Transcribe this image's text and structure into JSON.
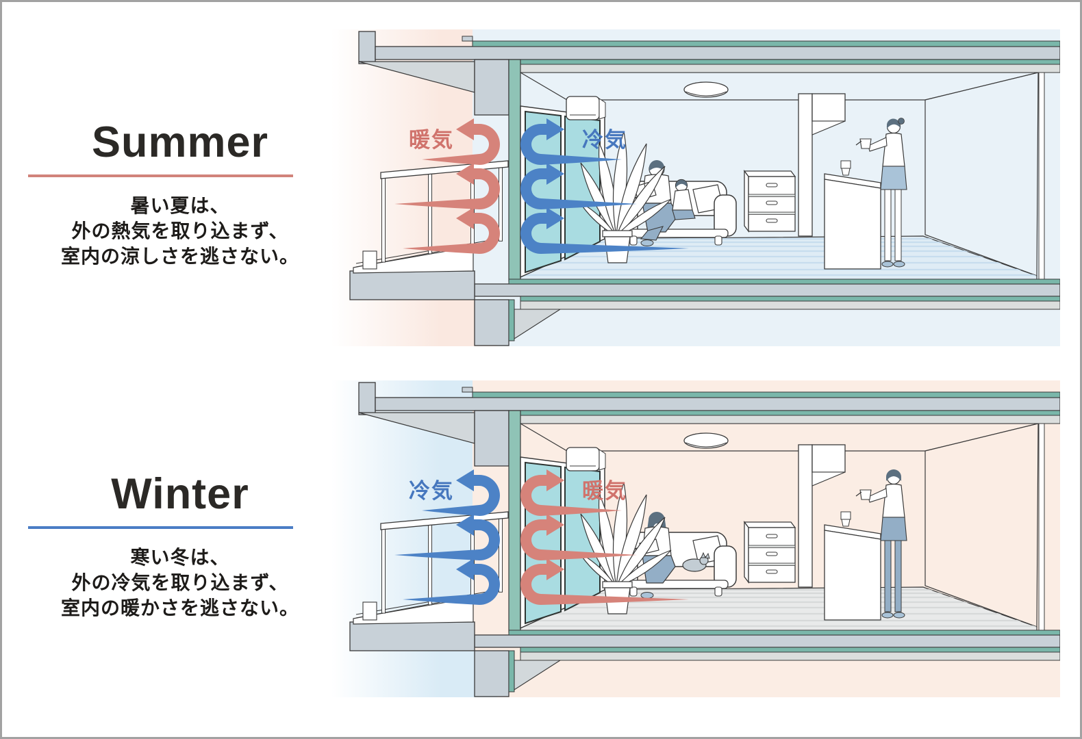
{
  "frame": {
    "border_color": "#a2a2a2",
    "background": "#ffffff"
  },
  "shared": {
    "outline_color": "#3a3a3a",
    "insulation_color": "#7ab7aa",
    "insulation_edge": "#8fc3b6",
    "concrete_color": "#c8d1d8",
    "concrete_light": "#dbdedd",
    "soffit_color": "#d2d8db",
    "glass_color": "#a9dce1",
    "glass_edge": "#2e3432",
    "hair_color": "#5c7080",
    "jeans_color": "#93aec6",
    "accessory_color": "#a9c3d8",
    "cat_color": "#c3cdd4",
    "white": "#ffffff"
  },
  "sections": [
    {
      "id": "summer",
      "title": "Summer",
      "title_color": "#2b2926",
      "underline_color": "#d1837b",
      "description_lines": [
        "暑い夏は、",
        "外の熱気を取り込まず、",
        "室内の涼しさを逃さない。"
      ],
      "outside_label": {
        "text": "暖気",
        "color": "#d0736c"
      },
      "inside_label": {
        "text": "冷気",
        "color": "#4677be"
      },
      "outside_arrow_color": "#d6837a",
      "inside_arrow_color": "#4c82c6",
      "outside_tint": "#fae8e0",
      "inside_tint": "#e9f2f8",
      "floor_color": "#dfecf5",
      "floor_stripe_color": "#c7ddee",
      "scene_variant": "parent-child-reading"
    },
    {
      "id": "winter",
      "title": "Winter",
      "title_color": "#2b2926",
      "underline_color": "#4a7dc5",
      "description_lines": [
        "寒い冬は、",
        "外の冷気を取り込まず、",
        "室内の暖かさを逃さない。"
      ],
      "outside_label": {
        "text": "冷気",
        "color": "#4677be"
      },
      "inside_label": {
        "text": "暖気",
        "color": "#d0736c"
      },
      "outside_arrow_color": "#4c82c6",
      "inside_arrow_color": "#d6837a",
      "outside_tint": "#d9ebf6",
      "inside_tint": "#fbede4",
      "floor_color": "#e9eaea",
      "floor_stripe_color": "#d7d9d9",
      "scene_variant": "woman-with-cat"
    }
  ]
}
